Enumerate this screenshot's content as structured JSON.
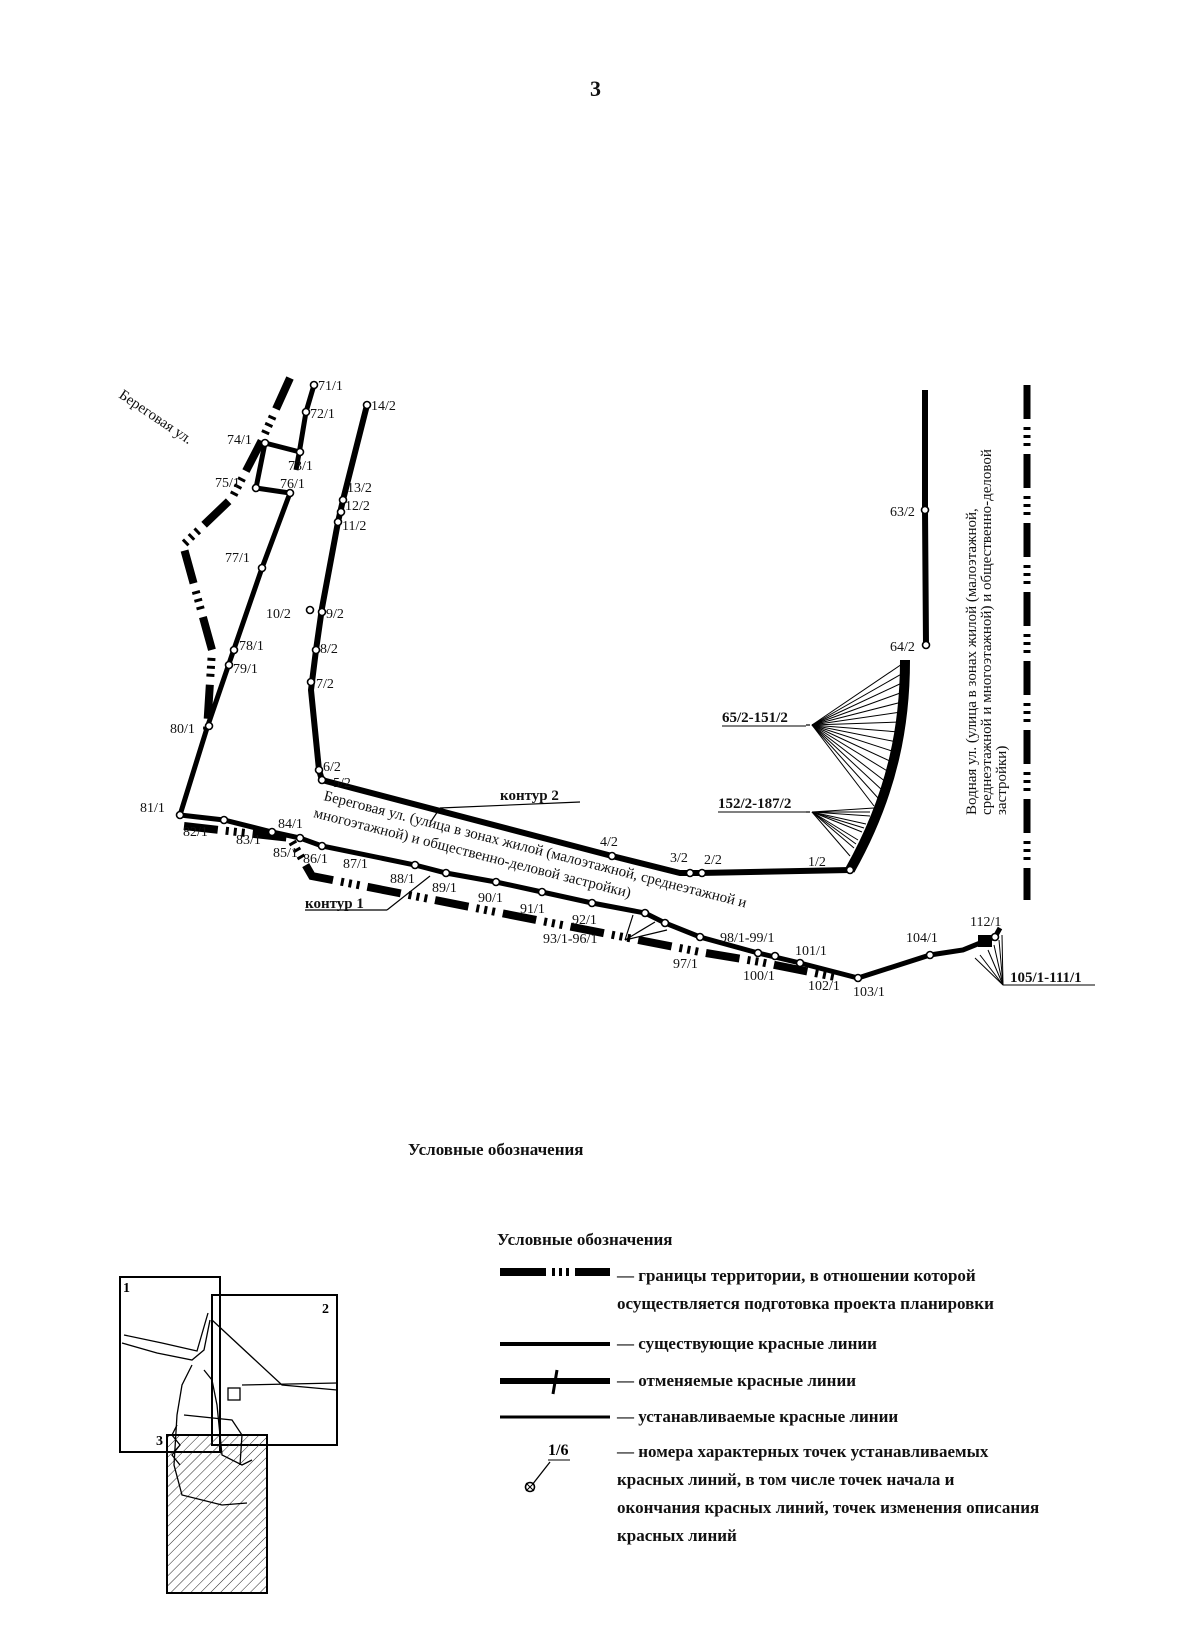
{
  "page": {
    "number": "3"
  },
  "map": {
    "streets": {
      "beregovaya_short": "Береговая ул.",
      "beregovaya_long_1": "Береговая ул. (улица в зонах жилой (малоэтажной, среднеэтажной и",
      "beregovaya_long_2": "многоэтажной) и общественно-деловой застройки)",
      "vodnaya_1": "Водная ул. (улица в зонах жилой (малоэтажной,",
      "vodnaya_2": "среднеэтажной и многоэтажной) и общественно-деловой",
      "vodnaya_3": "застройки)"
    },
    "contours": {
      "c1": "контур 1",
      "c2": "контур 2"
    },
    "ranges": {
      "r1": "65/2-151/2",
      "r2": "152/2-187/2",
      "r3": "93/1-96/1",
      "r4": "98/1-99/1",
      "r5": "105/1-111/1"
    },
    "points": {
      "p71": "71/1",
      "p72": "72/1",
      "p73": "73/1",
      "p74": "74/1",
      "p75": "75/1",
      "p76": "76/1",
      "p77": "77/1",
      "p78": "78/1",
      "p79": "79/1",
      "p80": "80/1",
      "p81": "81/1",
      "p82": "82/1",
      "p83": "83/1",
      "p84": "84/1",
      "p85": "85/1",
      "p86": "86/1",
      "p87": "87/1",
      "p88": "88/1",
      "p89": "89/1",
      "p90": "90/1",
      "p91": "91/1",
      "p92": "92/1",
      "p97": "97/1",
      "p100": "100/1",
      "p101": "101/1",
      "p102": "102/1",
      "p103": "103/1",
      "p104": "104/1",
      "p112": "112/1",
      "q1": "1/2",
      "q2": "2/2",
      "q3": "3/2",
      "q4": "4/2",
      "q5": "5/2",
      "q6": "6/2",
      "q7": "7/2",
      "q8": "8/2",
      "q9": "9/2",
      "q10": "10/2",
      "q11": "11/2",
      "q12": "12/2",
      "q13": "13/2",
      "q14": "14/2",
      "q63": "63/2",
      "q64": "64/2"
    }
  },
  "legend": {
    "heading_outer": "Условные обозначения",
    "heading_inner": "Условные обозначения",
    "items": [
      {
        "line1": "— границы территории, в отношении которой",
        "line2": "осуществляется    подготовка проекта планировки"
      },
      {
        "line1": "— существующие красные линии"
      },
      {
        "line1": "— отменяемые красные линии"
      },
      {
        "line1": "— устанавливаемые красные линии"
      },
      {
        "sample_label": "1/6",
        "line1": "— номера характерных точек устанавливаемых",
        "line2": "красных линий, в том числе точек начала и",
        "line3": "окончания красных линий, точек изменения описания",
        "line4": "красных линий"
      }
    ]
  },
  "inset": {
    "frame1": "1",
    "frame2": "2",
    "frame3": "3"
  }
}
